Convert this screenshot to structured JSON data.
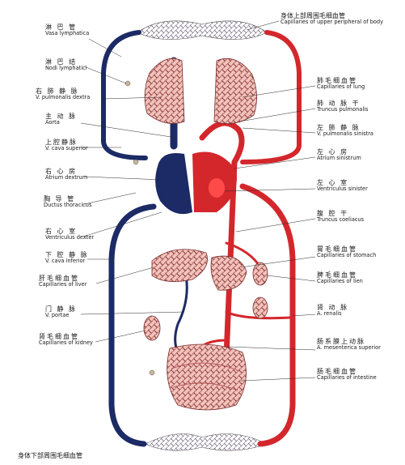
{
  "labels_left": [
    {
      "zh": "淋 巴 管",
      "la": "Vasa lymphatica"
    },
    {
      "zh": "淋 巴 结",
      "la": "Nodi lymphatici"
    },
    {
      "zh": "右 肺 静 脉",
      "la": "V. pulmonalis dextra"
    },
    {
      "zh": "主 动 脉",
      "la": "Aorta"
    },
    {
      "zh": "上腔静脉",
      "la": "V. cava superior"
    },
    {
      "zh": "右 心 房",
      "la": "Atrium dextrum"
    },
    {
      "zh": "胸 导 管",
      "la": "Ductus thoracicus"
    },
    {
      "zh": "右 心 室",
      "la": "Ventriculus dexter"
    },
    {
      "zh": "下 腔 静 脉",
      "la": "V. cava inferior"
    },
    {
      "zh": "肝毛细血管",
      "la": "Capillaries of liver"
    },
    {
      "zh": "门 静 脉",
      "la": "V. portae"
    },
    {
      "zh": "肾毛细血管",
      "la": "Capillaries of kidney"
    }
  ],
  "labels_right": [
    {
      "zh": "身体上部周围毛细血管",
      "la": "Capillaries of upper peripheral of body"
    },
    {
      "zh": "肺毛细血管",
      "la": "Capillaries of lung"
    },
    {
      "zh": "肺 动 脉 干",
      "la": "Truncus pulmonalis"
    },
    {
      "zh": "左 肺 静 脉",
      "la": "V. pulmonalis sinistra"
    },
    {
      "zh": "左 心 房",
      "la": "Atrium sinistrum"
    },
    {
      "zh": "左 心 室",
      "la": "Ventriculus sinister"
    },
    {
      "zh": "腹 腔 干",
      "la": "Truncus coeliacus"
    },
    {
      "zh": "胃毛细血管",
      "la": "Capillaries of stomach"
    },
    {
      "zh": "脾毛细血管",
      "la": "Capillaries of lien"
    },
    {
      "zh": "肾 动 脉",
      "la": "A. renalis"
    },
    {
      "zh": "肠系膜上动脉",
      "la": "A. mesenterica superior"
    },
    {
      "zh": "肠毛细血管",
      "la": "Capillaries of intestine"
    }
  ],
  "bottom_label": {
    "zh": "身体下部周围毛细血管"
  },
  "colors": {
    "artery": "#d3272c",
    "vein": "#1c2a66",
    "organ_fill": "#ef9a9a",
    "organ_light": "#f6c6c0",
    "leader": "#2a2a2a"
  }
}
